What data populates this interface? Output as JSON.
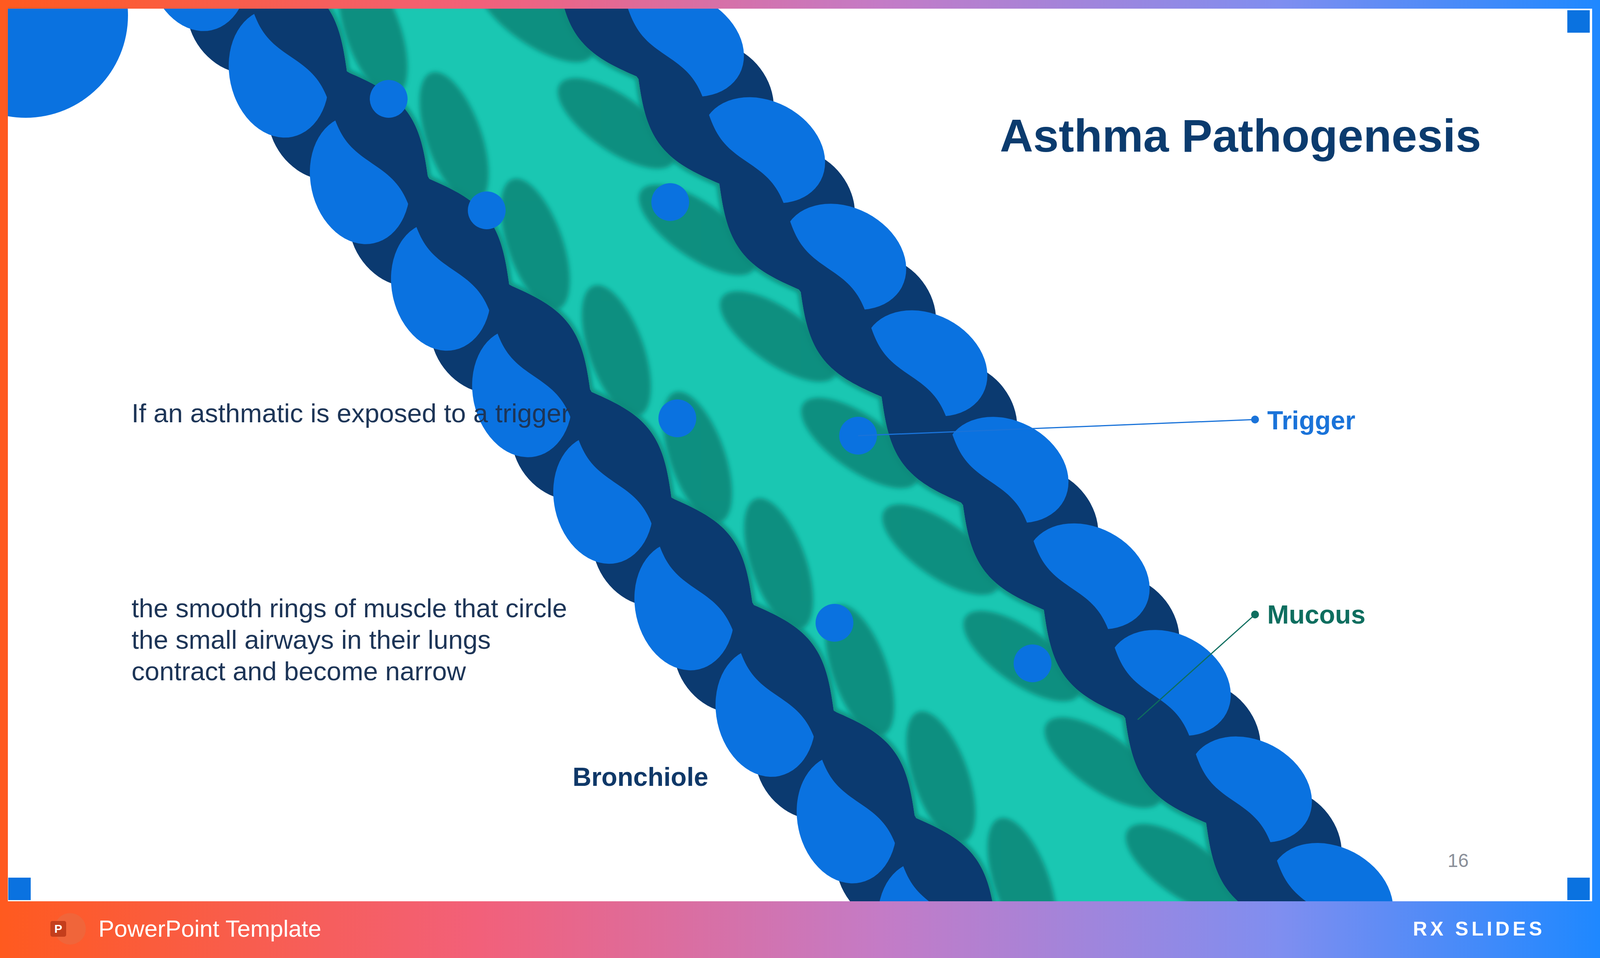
{
  "diagram": {
    "title": "Asthma Pathogenesis",
    "labels": [
      "If an asthmatic is exposed to a trigger",
      "the smooth rings of muscle that circle the small airways in their lungs contract and become narrow",
      "Bronchiole",
      "Trigger",
      "Mucous",
      "16",
      "P",
      "PowerPoint Template",
      "RX SLIDES"
    ]
  }
}
